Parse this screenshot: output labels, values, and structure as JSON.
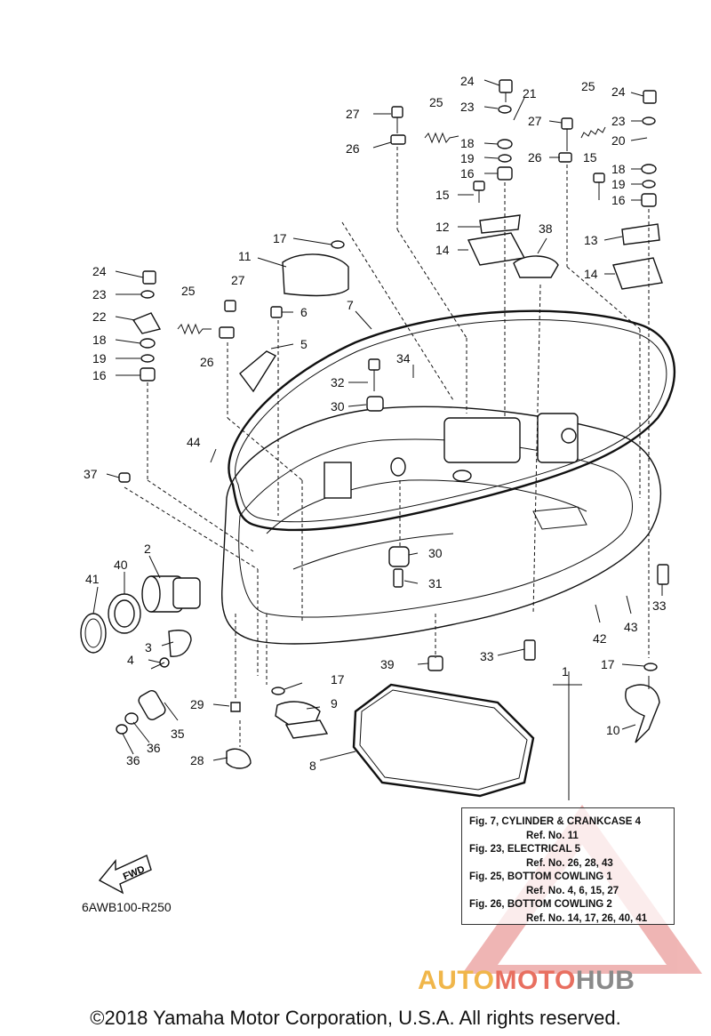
{
  "diagram": {
    "code": "6AWB100-R250",
    "fwd_label": "FWD",
    "callouts": [
      "24",
      "23",
      "21",
      "25",
      "27",
      "26",
      "18",
      "19",
      "16",
      "15",
      "12",
      "14",
      "13",
      "20",
      "38",
      "17",
      "11",
      "22",
      "6",
      "5",
      "7",
      "34",
      "32",
      "30",
      "44",
      "37",
      "2",
      "40",
      "41",
      "3",
      "4",
      "31",
      "39",
      "33",
      "42",
      "43",
      "10",
      "9",
      "8",
      "29",
      "28",
      "35",
      "36",
      "1"
    ]
  },
  "legend": {
    "refs": [
      {
        "fig": "Fig. 7, CYLINDER & CRANKCASE 4",
        "ref": "Ref. No. 11"
      },
      {
        "fig": "Fig. 23, ELECTRICAL 5",
        "ref": "Ref. No. 26, 28, 43"
      },
      {
        "fig": "Fig. 25, BOTTOM COWLING 1",
        "ref": "Ref. No. 4, 6, 15, 27"
      },
      {
        "fig": "Fig. 26, BOTTOM COWLING 2",
        "ref": "Ref. No. 14, 17, 26, 40, 41"
      }
    ]
  },
  "watermark": {
    "part1": "AUTO",
    "part2": "MOTO",
    "part3": "HUB",
    "colors": {
      "auto": "#f0b64a",
      "moto": "#e86f60",
      "hub": "#8a8a8a",
      "triangle": "#d84040"
    }
  },
  "footer": {
    "copyright": "©2018 Yamaha Motor Corporation, U.S.A. All rights reserved."
  }
}
